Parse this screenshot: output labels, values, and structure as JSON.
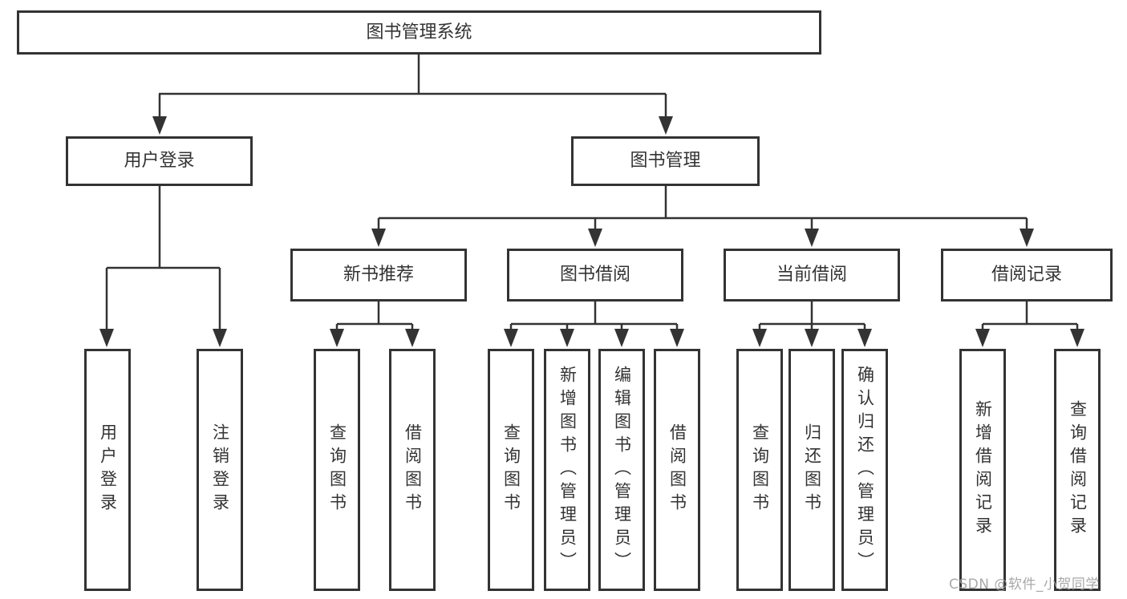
{
  "diagram": {
    "root_label": "图书管理系统",
    "level1": [
      {
        "label": "用户登录",
        "leaves": [
          "用户登录",
          "注销登录"
        ]
      },
      {
        "label": "图书管理",
        "children": [
          {
            "label": "新书推荐",
            "leaves": [
              "查询图书",
              "借阅图书"
            ]
          },
          {
            "label": "图书借阅",
            "leaves": [
              "查询图书",
              "新增图书（管理员）",
              "编辑图书（管理员）",
              "借阅图书"
            ]
          },
          {
            "label": "当前借阅",
            "leaves": [
              "查询图书",
              "归还图书",
              "确认归还（管理员）"
            ]
          },
          {
            "label": "借阅记录",
            "leaves": [
              "新增借阅记录",
              "查询借阅记录"
            ]
          }
        ]
      }
    ]
  },
  "watermark": {
    "text": "CSDN @软件_小贺同学"
  },
  "colors": {
    "line": "#333333",
    "text": "#333333",
    "box_background": "#ffffff",
    "page_background": "#ffffff",
    "watermark": "#9f9f9f"
  }
}
